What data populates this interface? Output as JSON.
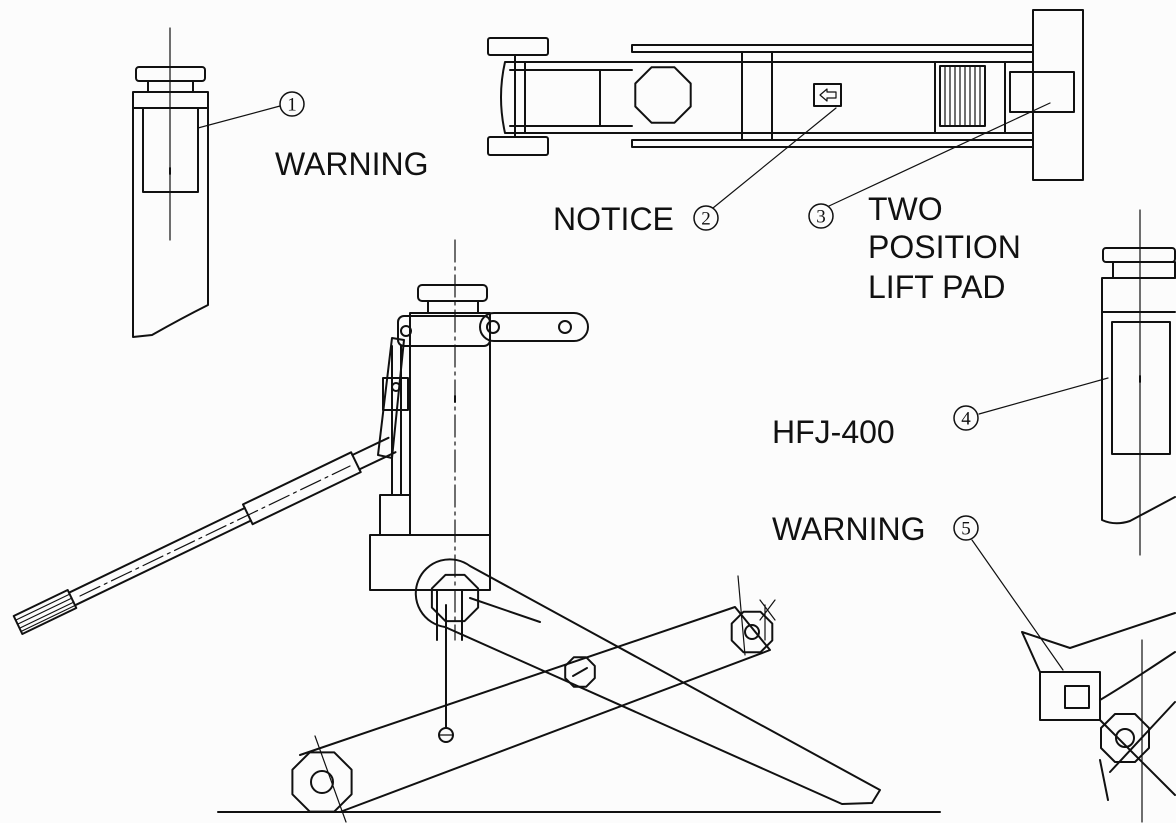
{
  "labels": {
    "warning_top": "WARNING",
    "notice": "NOTICE",
    "lift_pad": [
      "TWO",
      "POSITION",
      "LIFT PAD"
    ],
    "model": "HFJ-400",
    "warning_bottom": "WARNING"
  },
  "callouts": {
    "c1": "1",
    "c2": "2",
    "c3": "3",
    "c4": "4",
    "c5": "5"
  },
  "colors": {
    "line": "#111111",
    "background": "#fcfcfc"
  }
}
